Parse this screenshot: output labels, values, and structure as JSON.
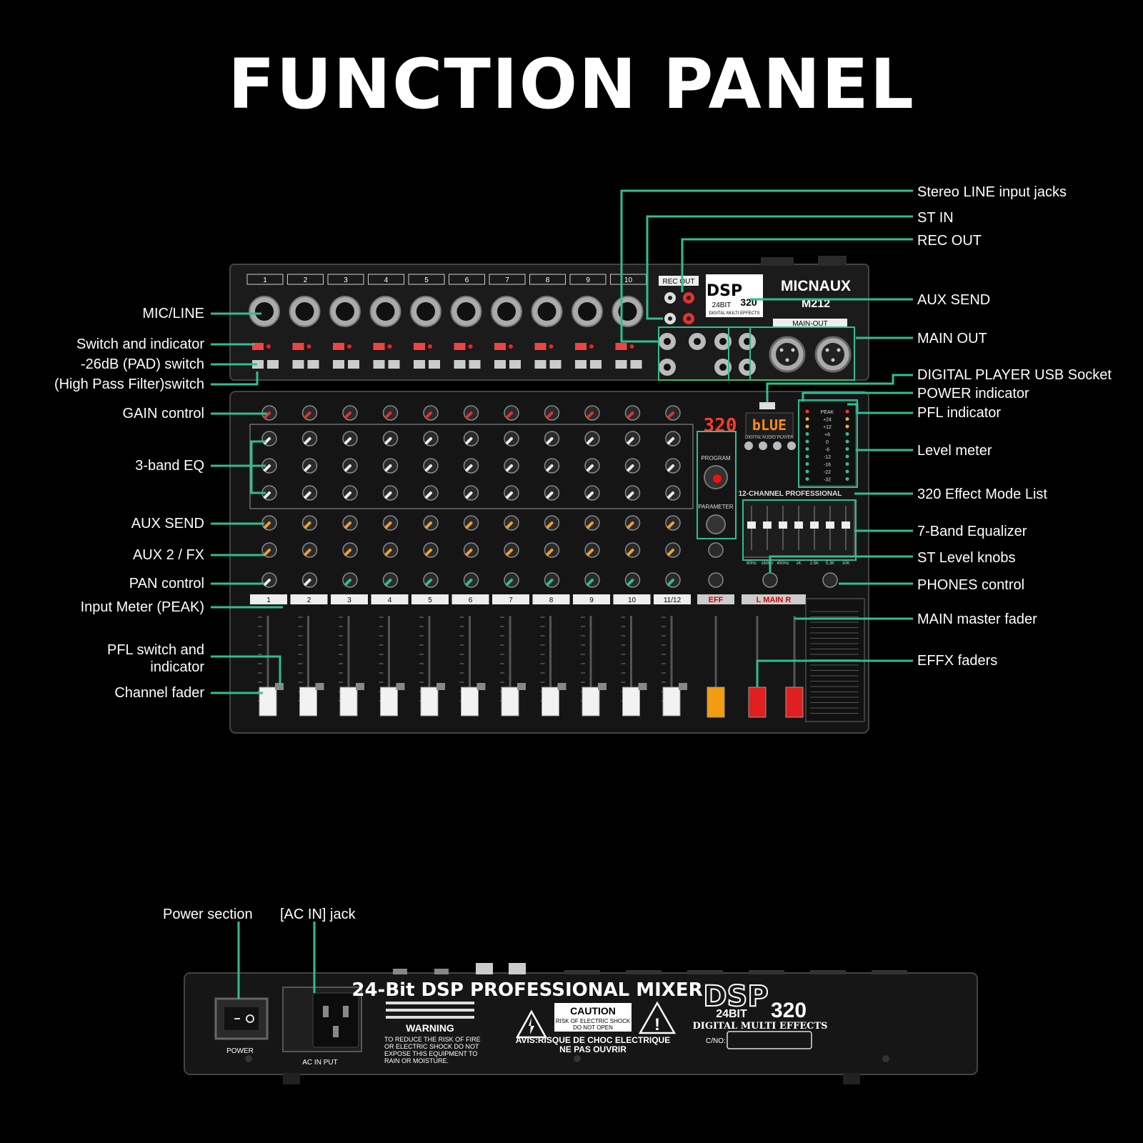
{
  "title": "FUNCTION PANEL",
  "accent_color": "#2fbf8f",
  "mixer": {
    "brand": "MICNAUX",
    "model": "M212",
    "dsp_label": "DSP",
    "dsp_bits": "24BIT",
    "dsp_num": "320",
    "dsp_sub": "DIGITAL MULTI EFFECTS",
    "rec_out": "REC OUT",
    "main_out": "MAIN-OUT",
    "display_left": "320",
    "display_right": "bLUE",
    "program": "PROGRAM",
    "parameter": "PARAMETER",
    "digital_audio_player": "DIGITAL AUDIO PLAYER",
    "professional": "12-CHANNEL PROFESSIONAL",
    "eff": "EFF",
    "main": "L  MAIN  R",
    "channel_numbers": [
      "1",
      "2",
      "3",
      "4",
      "5",
      "6",
      "7",
      "8",
      "9",
      "10",
      "11/12"
    ],
    "top_channel_numbers": [
      "1",
      "2",
      "3",
      "4",
      "5",
      "6",
      "7",
      "8",
      "9",
      "10"
    ],
    "eq_freqs": [
      "80Hz",
      "160Hz",
      "450Hz",
      "1K",
      "2.5K",
      "5.3K",
      "10K"
    ],
    "meter_marks": [
      "PEAK",
      "+24",
      "+12",
      "+6",
      "0",
      "-6",
      "-12",
      "-16",
      "-22",
      "-32"
    ]
  },
  "rear": {
    "header": "24-Bit DSP PROFESSIONAL MIXER",
    "warning_title": "WARNING",
    "warning_text": [
      "TO REDUCE THE RISK OF FIRE",
      "OR ELECTRIC SHOCK DO NOT",
      "EXPOSE THIS EQUIPMENT TO",
      "RAIN OR MOISTURE."
    ],
    "caution": "CAUTION",
    "caution_sub": [
      "RISK OF ELECTRIC SHOCK",
      "DO NOT OPEN"
    ],
    "avis": [
      "AVIS:RISQUE DE CHOC ELECTRIQUE",
      "NE PAS OUVRIR"
    ],
    "power": "POWER",
    "ac_input": "AC IN PUT",
    "dsp_label": "DSP",
    "dsp_bits": "24BIT",
    "dsp_num": "320",
    "dsp_sub": "DIGITAL MULTI EFFECTS",
    "cno": "C/NO:"
  },
  "labels_left": {
    "mic_line": "MIC/LINE",
    "switch_indicator": "Switch and indicator",
    "pad_switch": "-26dB (PAD) switch",
    "hpf_switch": "(High Pass Filter)switch",
    "gain": "GAIN control",
    "eq3": "3-band EQ",
    "aux_send": "AUX SEND",
    "aux2_fx": "AUX 2 / FX",
    "pan": "PAN control",
    "input_meter": "Input Meter (PEAK)",
    "pfl_switch_1": "PFL switch and",
    "pfl_switch_2": "indicator",
    "channel_fader": "Channel fader"
  },
  "labels_right": {
    "stereo_line": "Stereo LINE input jacks",
    "st_in": "ST IN",
    "rec_out": "REC OUT",
    "aux_send": "AUX SEND",
    "main_out": "MAIN OUT",
    "usb": "DIGITAL PLAYER USB Socket",
    "power_ind": "POWER indicator",
    "pfl_ind": "PFL indicator",
    "level_meter": "Level meter",
    "effect_list": "320 Effect Mode List",
    "eq7": "7-Band Equalizer",
    "st_level": "ST Level knobs",
    "phones": "PHONES control",
    "main_fader": "MAIN master fader",
    "effx": "EFFX faders"
  },
  "labels_rear": {
    "power_section": "Power section",
    "ac_in": "[AC IN] jack"
  }
}
